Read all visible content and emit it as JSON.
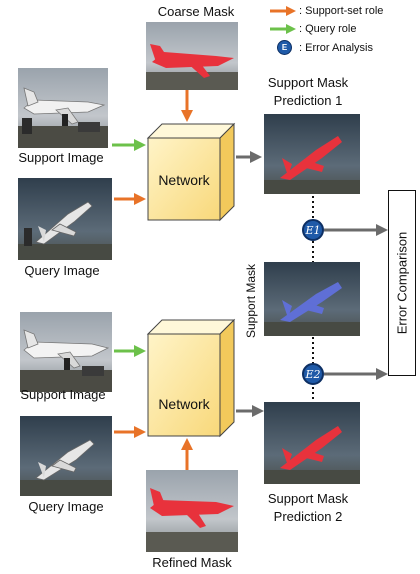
{
  "legend": {
    "support_role": ": Support-set role",
    "query_role": ": Query role",
    "error_analysis": ": Error Analysis",
    "e_badge": "E",
    "support_role_color": "#e87328",
    "query_role_color": "#6cc14a"
  },
  "top": {
    "coarse_mask": "Coarse Mask",
    "support_image": "Support Image",
    "query_image": "Query Image",
    "network": "Network",
    "prediction_line1": "Support Mask",
    "prediction_line2": "Prediction 1"
  },
  "middle": {
    "e1": "E1",
    "e2": "E2",
    "support_mask": "Support Mask",
    "error_comparison": "Error Comparison"
  },
  "bottom": {
    "support_image": "Support Image",
    "query_image": "Query Image",
    "network": "Network",
    "refined_mask": "Refined Mask",
    "prediction_line1": "Support Mask",
    "prediction_line2": "Prediction 2"
  },
  "colors": {
    "support_arrow": "#e87328",
    "query_arrow": "#6cc14a",
    "output_arrow": "#6b6b6b",
    "network_face": "#fde9a6",
    "mask_red": "#e8323c",
    "mask_blue": "#5f6fd6"
  }
}
